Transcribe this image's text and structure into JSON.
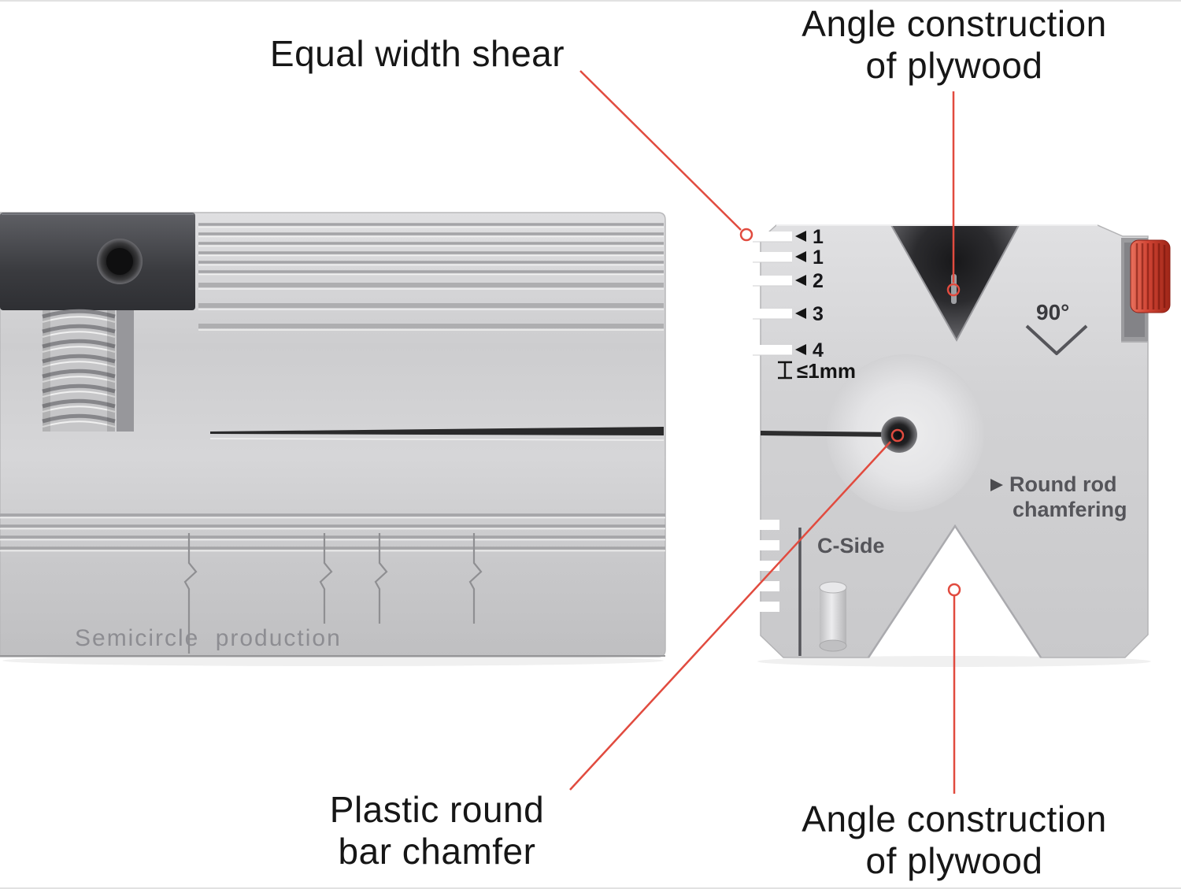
{
  "callouts": {
    "equal_width_shear": {
      "text": "Equal width shear"
    },
    "angle_plywood_top": {
      "line1": "Angle construction",
      "line2": "of plywood"
    },
    "plastic_round_bar": {
      "line1": "Plastic round",
      "line2": "bar chamfer"
    },
    "angle_plywood_bottom": {
      "line1": "Angle construction",
      "line2": "of plywood"
    }
  },
  "left_tool": {
    "engraving": "Semicircle production"
  },
  "right_tool": {
    "depth_marks": [
      "1",
      "1",
      "2",
      "3",
      "4"
    ],
    "height_limit": "≤1mm",
    "angle_label": "90°",
    "chamfer_label": {
      "line1": "Round rod",
      "line2": "chamfering"
    },
    "side_label": "C-Side"
  },
  "colors": {
    "accent_red": "#e14b3f",
    "knob_red": "#d04434",
    "body_gray": "#d4d4d6",
    "dark_block": "#3c3d41"
  }
}
